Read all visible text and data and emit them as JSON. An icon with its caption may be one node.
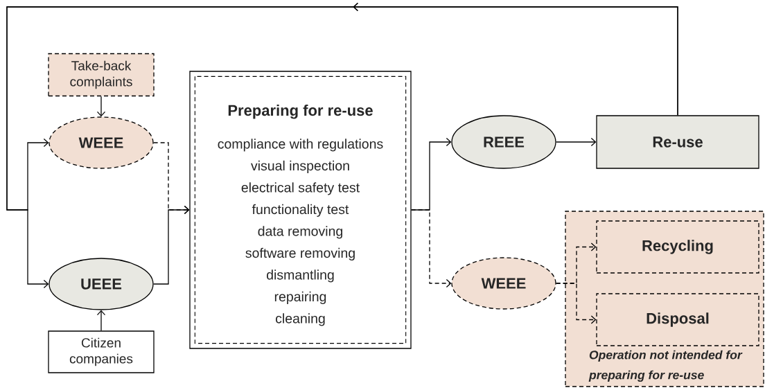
{
  "diagram": {
    "nodes": [
      {
        "text": [
          "Take-back complaints"
        ]
      },
      {
        "text": [
          "WEEE"
        ]
      },
      {
        "text": [
          "UEEE"
        ]
      },
      {
        "text": [
          "Citizen companies"
        ]
      },
      {
        "text": [
          "Preparing for re-use",
          "compliance with regulations",
          "visual inspection",
          "electrical safety test",
          "functionality test",
          "data removing",
          "software removing",
          "dismantling",
          "repairing",
          "cleaning"
        ]
      },
      {
        "text": [
          "REEE"
        ]
      },
      {
        "text": [
          "Re-use"
        ]
      },
      {
        "text": [
          "WEEE"
        ]
      },
      {
        "text": [
          "Operation not intended for preparing for re-use"
        ]
      },
      {
        "text": [
          "Recycling"
        ],
        "in": 8
      },
      {
        "text": [
          "Disposal"
        ],
        "in": 8
      }
    ],
    "edges": [
      {
        "from": 0,
        "to": 1,
        "arrow": "to"
      },
      {
        "from": 3,
        "to": 2,
        "arrow": "to"
      },
      {
        "from": 1,
        "to": 4,
        "arrow": "to",
        "style": "dashed"
      },
      {
        "from": 2,
        "to": 4,
        "arrow": "to"
      },
      {
        "from": 4,
        "to": 5,
        "arrow": "to"
      },
      {
        "from": 4,
        "to": 7,
        "arrow": "to",
        "style": "dashed"
      },
      {
        "from": 5,
        "to": 6,
        "arrow": "to"
      },
      {
        "from": 6,
        "to": 1,
        "arrow": "to"
      },
      {
        "from": 6,
        "to": 2,
        "arrow": "to"
      },
      {
        "from": 7,
        "to": 9,
        "arrow": "to",
        "style": "dashed"
      },
      {
        "from": 7,
        "to": 10,
        "arrow": "to",
        "style": "dashed"
      }
    ]
  }
}
